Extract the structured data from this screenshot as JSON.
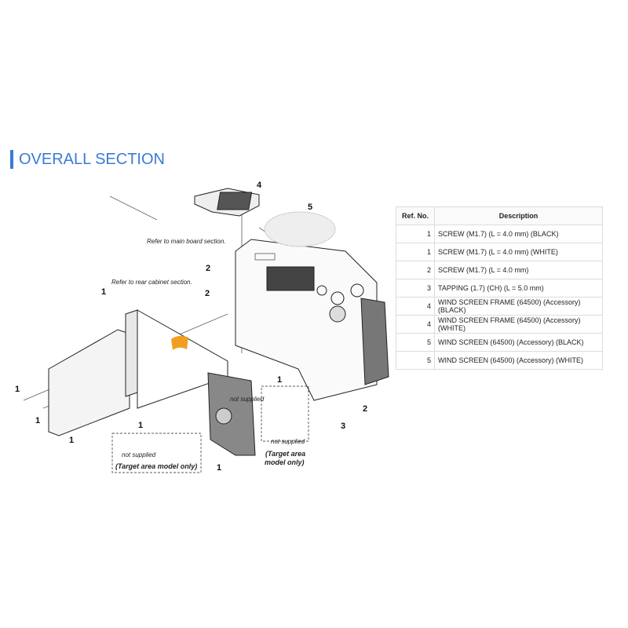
{
  "title": "OVERALL SECTION",
  "diagram": {
    "notes": {
      "main_board": "Refer to main board section.",
      "rear_cabinet": "Refer to rear cabinet section.",
      "not_supplied": "not supplied",
      "target_area": "(Target area model only)",
      "target_area_l1": "(Target area",
      "target_area_l2": "model only)"
    },
    "ref_labels": [
      "1",
      "1",
      "1",
      "1",
      "1",
      "1",
      "1",
      "2",
      "2",
      "2",
      "3",
      "4",
      "5"
    ]
  },
  "table": {
    "headers": {
      "ref": "Ref. No.",
      "description": "Description"
    },
    "rows": [
      {
        "ref": "1",
        "description": "SCREW (M1.7) (L = 4.0 mm) (BLACK)"
      },
      {
        "ref": "1",
        "description": "SCREW (M1.7) (L = 4.0 mm) (WHITE)"
      },
      {
        "ref": "2",
        "description": "SCREW (M1.7) (L = 4.0 mm)"
      },
      {
        "ref": "3",
        "description": "TAPPING (1.7) (CH) (L = 5.0 mm)"
      },
      {
        "ref": "4",
        "description": "WIND SCREEN FRAME (64500) (Accessory) (BLACK)"
      },
      {
        "ref": "4",
        "description": "WIND SCREEN FRAME (64500) (Accessory) (WHITE)"
      },
      {
        "ref": "5",
        "description": "WIND SCREEN (64500) (Accessory) (BLACK)"
      },
      {
        "ref": "5",
        "description": "WIND SCREEN (64500) (Accessory) (WHITE)"
      }
    ]
  },
  "colors": {
    "accent": "#3a7bd5",
    "tape": "#f0a020"
  }
}
